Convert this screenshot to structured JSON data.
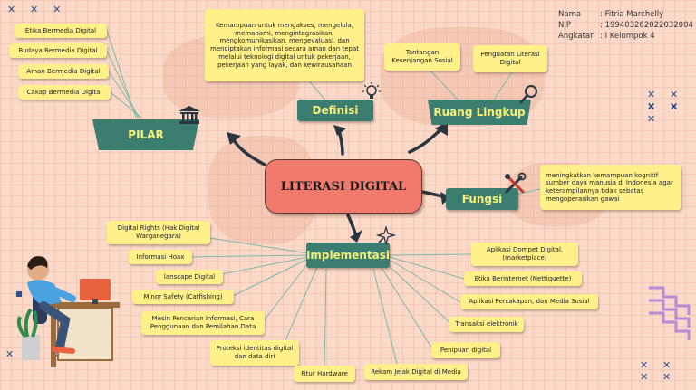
{
  "info": {
    "nama_label": "Nama",
    "nama_value": ": Fitria Marchelly",
    "nip_label": "NIP",
    "nip_value": ": 199403262022032004",
    "angkatan_label": "Angkatan",
    "angkatan_value": ": I Kelompok 4"
  },
  "center": {
    "title": "LITERASI DIGITAL"
  },
  "branches": {
    "pilar": "PILAR",
    "definisi": "Definisi",
    "ruang_lingkup": "Ruang Lingkup",
    "fungsi": "Fungsi",
    "implementasi": "Implementasi"
  },
  "pilar_items": [
    "Etika Bermedia Digital",
    "Budaya Bermedia Digital",
    "Aman Bermedia Digital",
    "Cakap Bermedia Digital"
  ],
  "definisi_text": "Kemampuan untuk mengakses, mengelola, memahami, mengintegrasikan, mengkomunikasikan, mengevaluasi, dan menciptakan informasi secara aman dan tepat melalui teknologi digital untuk pekerjaan, pekerjaan yang layak, dan kewirausahaan",
  "ruang_items": [
    "Tantangan Kesenjangan Sosial",
    "Penguatan Literasi Digital"
  ],
  "fungsi_text": "meningkatkan kemampuan kognitif sumber daya manusia di Indonesia agar keterampilannya tidak sebatas mengoperasikan gawai",
  "implementasi_left": [
    "Digital Rights (Hak Digital Warganegara)",
    "Informasi Hoax",
    "lanscape Digital",
    "Minor Safety (Catfishing)",
    "Mesin Pencarian Informasi, Cara Penggunaan dan Pemilahan Data",
    "Proteksi identitas digital dan data diri",
    "Fitur Hardware"
  ],
  "implementasi_right": [
    "Aplikasi Dompet Digital, (marketplace)",
    "Etika Berinternet (Nettiquette)",
    "Aplikasi Percakapan, dan Media Sosial",
    "Transaksi elektronik",
    "Penipuan digital",
    "Rekam Jejak Digital di Media"
  ],
  "decor": {
    "x_marks": "✕ ✕ ✕",
    "x_marks_long": "✕ ✕ ✕ ✕"
  },
  "icons": [
    "bank-icon",
    "lightbulb-icon",
    "magnifier-icon",
    "tools-icon",
    "sparkle-icon",
    "person-at-desk-illustration",
    "zigzag-decoration"
  ],
  "colors": {
    "branch_bg": "#3b7d6f",
    "branch_text": "#f7f07a",
    "note_bg": "#fff08a",
    "center_bg": "#f07b6c",
    "background": "#fad9c8"
  }
}
